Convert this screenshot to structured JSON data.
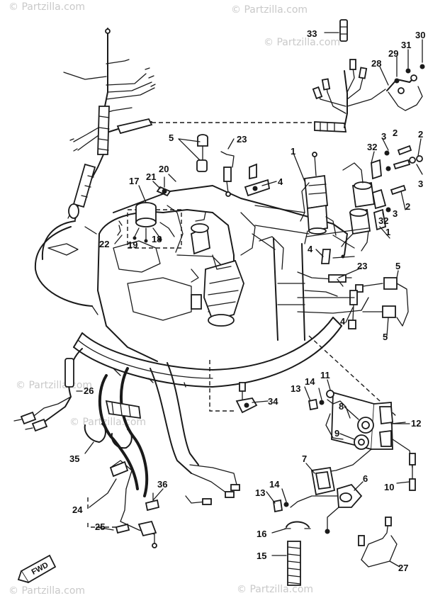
{
  "watermarks": [
    {
      "text": "© Partzilla.com"
    },
    {
      "text": "© Partzilla.com"
    },
    {
      "text": "© Partzilla.com"
    },
    {
      "text": "© Partzilla.com"
    },
    {
      "text": "© Partzilla.com"
    },
    {
      "text": "© Partzilla.com"
    },
    {
      "text": "© Partzilla.com"
    }
  ],
  "fwd_label": "FWD",
  "callouts": {
    "n1a": "1",
    "n1b": "1",
    "n2a": "2",
    "n2b": "2",
    "n2c": "2",
    "n3a": "3",
    "n3b": "3",
    "n3c": "3",
    "n4a": "4",
    "n4b": "4",
    "n4c": "4",
    "n5a": "5",
    "n5b": "5",
    "n5c": "5",
    "n6": "6",
    "n7": "7",
    "n8": "8",
    "n9": "9",
    "n10": "10",
    "n11": "11",
    "n12": "12",
    "n13a": "13",
    "n13b": "13",
    "n14a": "14",
    "n14b": "14",
    "n15": "15",
    "n16": "16",
    "n17": "17",
    "n18": "18",
    "n19": "19",
    "n20": "20",
    "n21": "21",
    "n22": "22",
    "n23a": "23",
    "n23b": "23",
    "n24": "24",
    "n25": "25",
    "n26": "26",
    "n27": "27",
    "n28": "28",
    "n29": "29",
    "n30": "30",
    "n31": "31",
    "n32a": "32",
    "n32b": "32",
    "n33": "33",
    "n34": "34",
    "n35": "35",
    "n36": "36"
  }
}
